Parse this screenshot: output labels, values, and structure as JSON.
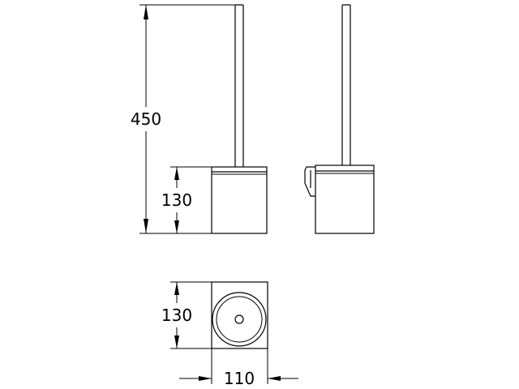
{
  "dimensions": {
    "overall_height": "450",
    "holder_height": "130",
    "top_view_depth": "130",
    "top_view_width": "110"
  }
}
